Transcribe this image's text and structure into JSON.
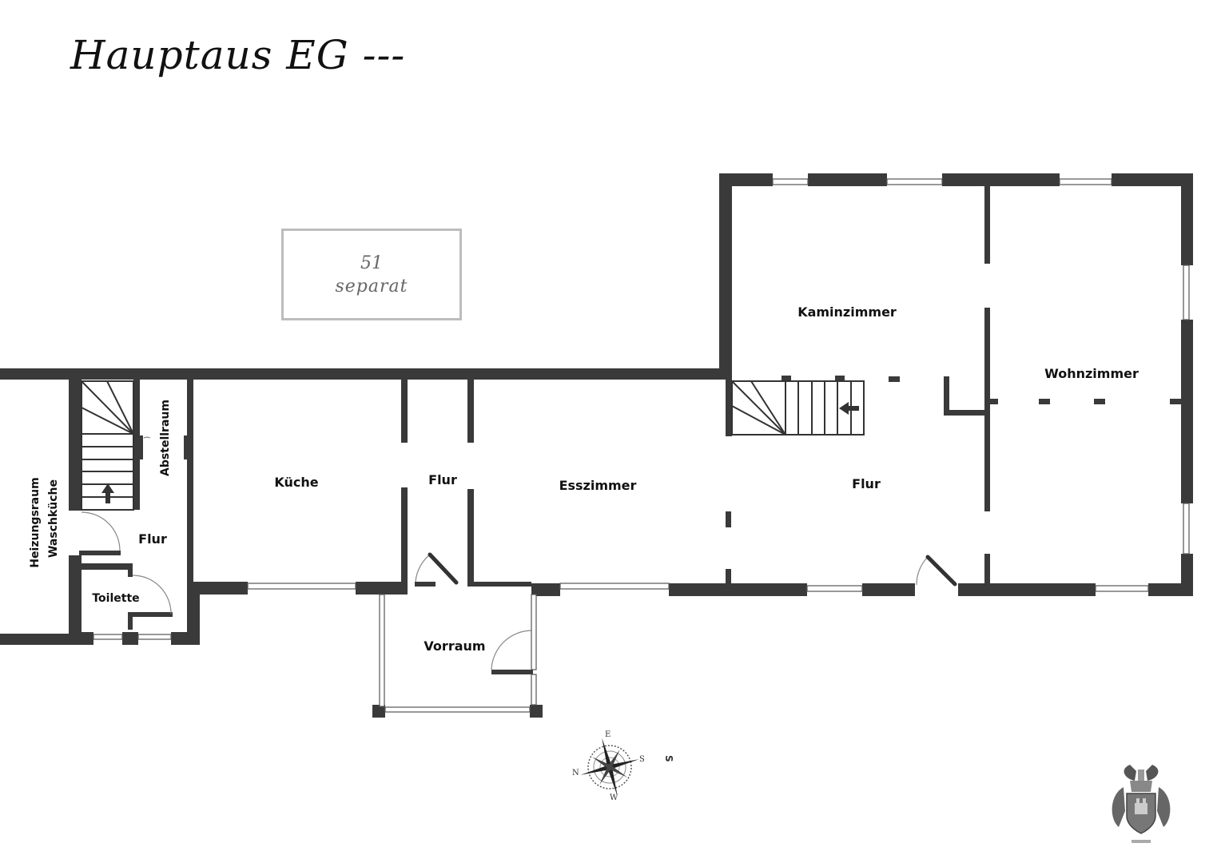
{
  "title": "Hauptaus EG ---",
  "separat": {
    "number": "51",
    "label": "separat"
  },
  "rooms": {
    "heizungsraum": "Heizungsraum",
    "waschkueche": "Waschküche",
    "abstellraum": "Abstellraum",
    "flur_left": "Flur",
    "toilette": "Toilette",
    "kueche": "Küche",
    "flur_middle": "Flur",
    "esszimmer": "Esszimmer",
    "vorraum": "Vorraum",
    "flur_right": "Flur",
    "kaminzimmer": "Kaminzimmer",
    "wohnzimmer": "Wohnzimmer"
  },
  "compass": {
    "n": "N",
    "e": "E",
    "s": "S",
    "w": "W",
    "outer_label": "S"
  },
  "colors": {
    "wall": "#3a3a3a",
    "background": "#ffffff",
    "separat_border": "#bdbdbd"
  }
}
